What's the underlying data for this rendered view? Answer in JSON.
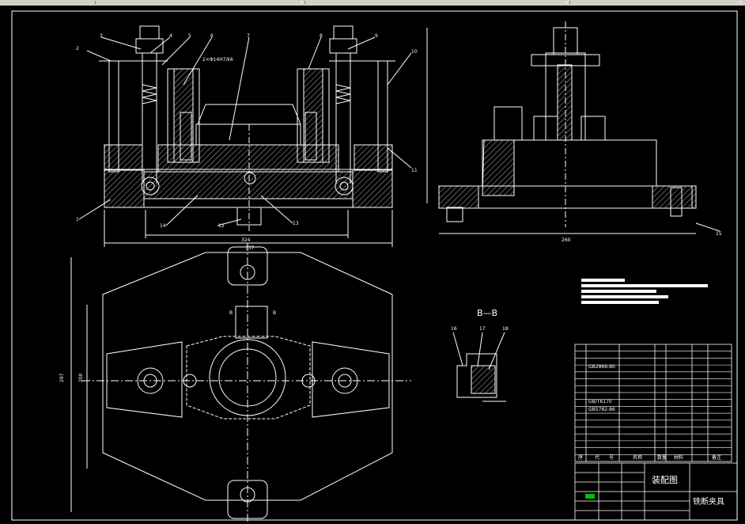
{
  "section": {
    "title": "B—B",
    "callouts": [
      "16",
      "17",
      "18"
    ]
  },
  "title_block": {
    "drawing_title": "装配图",
    "part_name": "铣断夹具"
  },
  "table_header": [
    "序",
    "代",
    "号",
    "名称",
    "数量",
    "材料",
    "备注"
  ],
  "bom_codes": [
    "GB5782-86",
    "GB/T6170",
    "GB2866-80"
  ],
  "front_view_callouts": [
    "1",
    "2",
    "3",
    "4",
    "5",
    "6",
    "7",
    "8",
    "9",
    "10",
    "11",
    "12",
    "13",
    "14"
  ],
  "side_view_callouts": [
    "15"
  ],
  "annotation": "2×Φ14H7/k6",
  "colors": {
    "background": "#000000",
    "lines": "#ffffff",
    "highlight": "#00c000"
  }
}
